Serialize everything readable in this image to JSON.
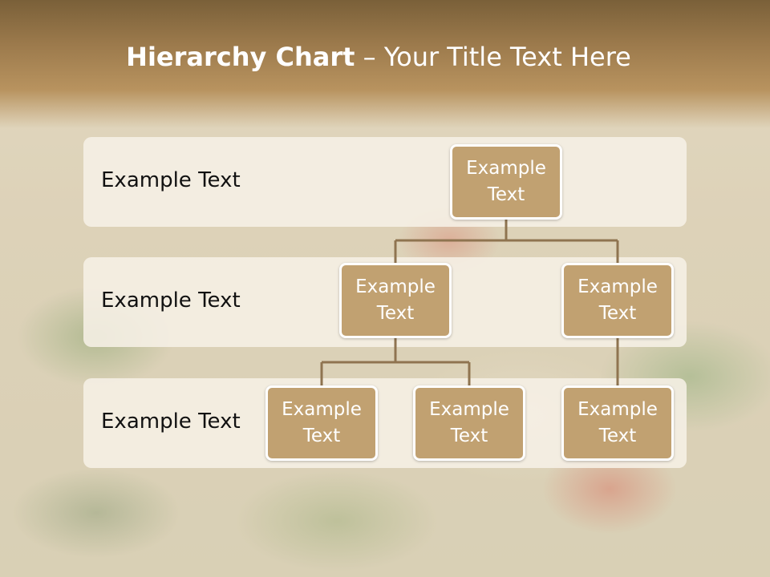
{
  "slide": {
    "title_bold": "Hierarchy Chart",
    "title_separator": " – ",
    "title_rest": "Your Title Text Here"
  },
  "rows": [
    {
      "label": "Example Text"
    },
    {
      "label": "Example Text"
    },
    {
      "label": "Example Text"
    }
  ],
  "nodes": {
    "root": "Example Text",
    "level2_left": "Example Text",
    "level2_right": "Example Text",
    "level3_a": "Example Text",
    "level3_b": "Example Text",
    "level3_c": "Example Text"
  },
  "colors": {
    "node_fill": "#c1a171",
    "node_border": "#ffffff",
    "connector": "#8f7450",
    "title_band": "#9c7a4c"
  }
}
